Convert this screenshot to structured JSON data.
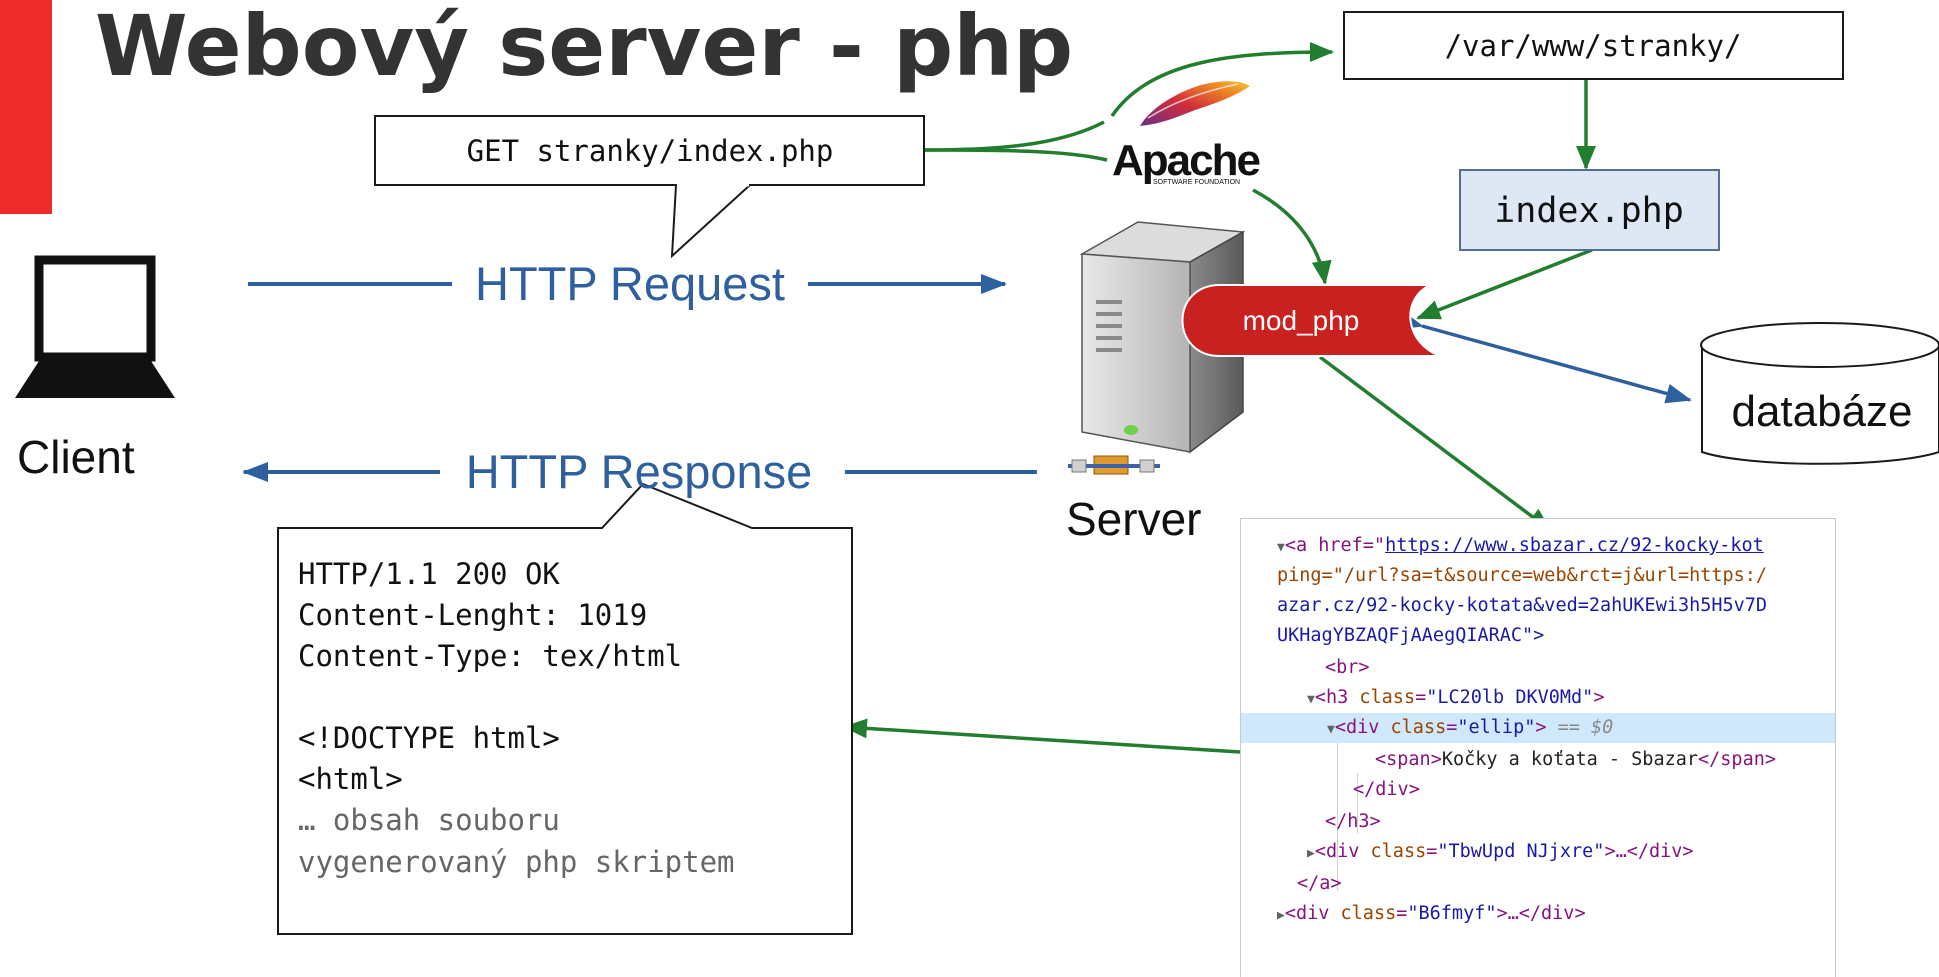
{
  "title": "Webový server - php",
  "nodes": {
    "get_request": "GET stranky/index.php",
    "www_path": "/var/www/stranky/",
    "index_file": "index.php",
    "mod_php": "mod_php",
    "database": "databáze",
    "client_label": "Client",
    "server_label": "Server",
    "apache_name": "Apache",
    "apache_sub": "SOFTWARE FOUNDATION"
  },
  "edges": {
    "http_request": "HTTP Request",
    "http_response": "HTTP Response"
  },
  "response": {
    "lines": [
      "HTTP/1.1 200 OK",
      "Content-Lenght: 1019",
      "Content-Type: tex/html",
      "",
      "<!DOCTYPE html>",
      "<html>",
      "… obsah souboru",
      "vygenerovaný php skriptem"
    ]
  },
  "devtools": {
    "l0_a": "<a href=\"",
    "l0_link": "https://www.sbazar.cz/92-kocky-kot",
    "l1": "ping=\"/url?sa=t&source=web&rct=j&url=https:/",
    "l2": "azar.cz/92-kocky-kotata&ved=2ahUKEwi3h5H5v7D",
    "l3": "UKHagYBZAQFjAAegQIARAC\">",
    "l4": "<br>",
    "l5_open": "<h3 ",
    "l5_attr": "class",
    "l5_val": "\"LC20lb DKV0Md\"",
    "l6_open": "<div ",
    "l6_attr": "class",
    "l6_val": "\"ellip\"",
    "l6_sel": "== $0",
    "l7_open": "<span>",
    "l7_text": "Kočky a koťata - Sbazar",
    "l7_close": "</span>",
    "l8": "</div>",
    "l9": "</h3>",
    "l10_open": "<div ",
    "l10_attr": "class",
    "l10_val": "\"TbwUpd NJjxre\"",
    "l10_close": ">…</div>",
    "l11": "</a>",
    "l12_open": "<div ",
    "l12_attr": "class",
    "l12_val": "\"B6fmyf\"",
    "l12_close": ">…</div>"
  },
  "colors": {
    "accent": "#ee2b2b",
    "title": "#333333",
    "http_arrow": "#2e5f9e",
    "flow_arrow": "#227d2f",
    "mod_php_fill": "#c8211f",
    "index_fill": "#dde8f4",
    "selected_row": "#cfe8fc"
  }
}
